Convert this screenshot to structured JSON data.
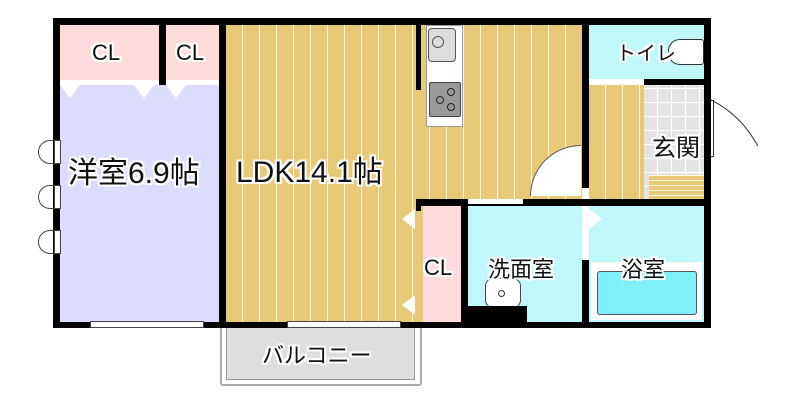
{
  "floor_plan": {
    "rooms": {
      "western_room": {
        "label": "洋室6.9帖",
        "color": "#dcdcfc"
      },
      "ldk": {
        "label": "LDK14.1帖",
        "color": "#e8c977"
      },
      "closet_1": {
        "label": "CL",
        "color": "#ffdcdc"
      },
      "closet_2": {
        "label": "CL",
        "color": "#ffdcdc"
      },
      "closet_3": {
        "label": "CL",
        "color": "#ffdcdc"
      },
      "toilet": {
        "label": "トイレ",
        "color": "#bff7fb"
      },
      "entrance": {
        "label": "玄関",
        "color": "#e4e4e4"
      },
      "washroom": {
        "label": "洗面室",
        "color": "#bff7fb"
      },
      "bathroom": {
        "label": "浴室",
        "color": "#bff7fb"
      },
      "balcony": {
        "label": "バルコニー",
        "color": "#dedede"
      }
    },
    "fixtures": [
      "kitchen-sink",
      "stove",
      "toilet-bowl",
      "wash-basin",
      "bathtub",
      "entrance-door",
      "windows"
    ],
    "wall_color": "#000000"
  }
}
